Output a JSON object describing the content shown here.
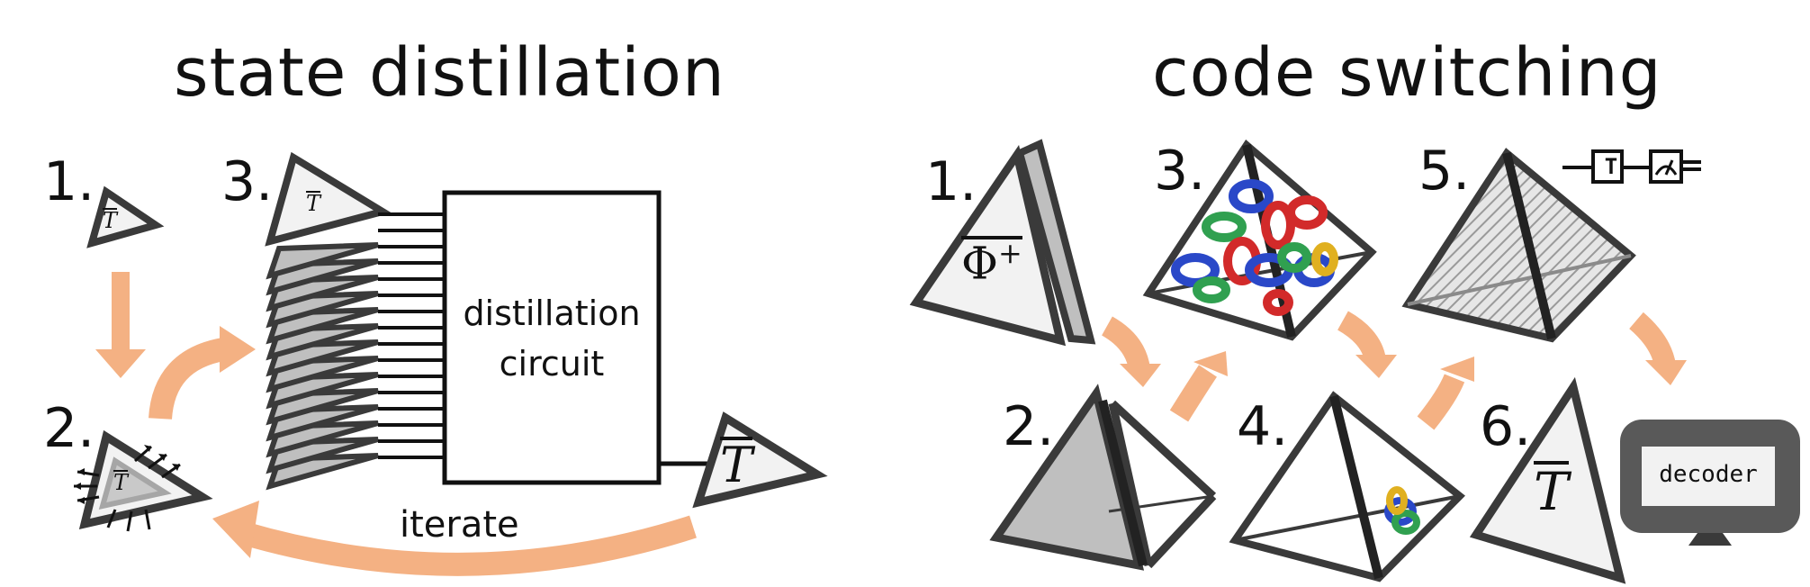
{
  "titles": {
    "left": "state distillation",
    "right": "code switching"
  },
  "left_panel": {
    "steps": [
      "1.",
      "2.",
      "3."
    ],
    "state_symbol": "T",
    "box_label_line1": "distillation",
    "box_label_line2": "circuit",
    "iterate_label": "iterate"
  },
  "right_panel": {
    "steps": [
      "1.",
      "2.",
      "3.",
      "4.",
      "5.",
      "6."
    ],
    "bell_symbol": "Φ",
    "bell_superscript": "+",
    "state_symbol": "T",
    "gate_label": "T",
    "decoder_label": "decoder"
  },
  "colors": {
    "arrow": "#f4b183",
    "outline": "#3a3a3a",
    "light_fill": "#f2f2f2",
    "gray_fill": "#bfbfbf",
    "monitor": "#595959"
  }
}
